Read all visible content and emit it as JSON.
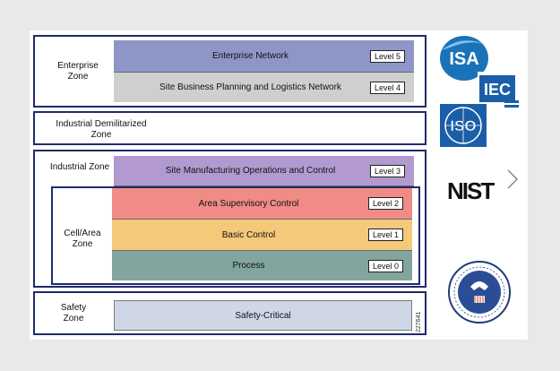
{
  "zones": {
    "enterprise": "Enterprise\nZone",
    "idmz": "Industrial Demilitarized\nZone",
    "industrial": "Industrial Zone",
    "cell_area": "Cell/Area\nZone",
    "safety": "Safety\nZone"
  },
  "levels": [
    {
      "name": "Enterprise Network",
      "level": "Level 5",
      "color": "#8e96c8"
    },
    {
      "name": "Site Business Planning and Logistics Network",
      "level": "Level 4",
      "color": "#cfcfcf"
    },
    {
      "name": "Site Manufacturing Operations and Control",
      "level": "Level 3",
      "color": "#b29ad0"
    },
    {
      "name": "Area Supervisory Control",
      "level": "Level 2",
      "color": "#f08b86"
    },
    {
      "name": "Basic Control",
      "level": "Level 1",
      "color": "#f5c97a"
    },
    {
      "name": "Process",
      "level": "Level 0",
      "color": "#82a59f"
    }
  ],
  "safety_band": {
    "name": "Safety-Critical",
    "color": "#cfd6e6"
  },
  "logos": {
    "isa": "ISA",
    "iec": "IEC",
    "iso": "ISO",
    "nist": "NIST",
    "dhs_icon": "dhs-seal"
  },
  "figure_id": "227641"
}
